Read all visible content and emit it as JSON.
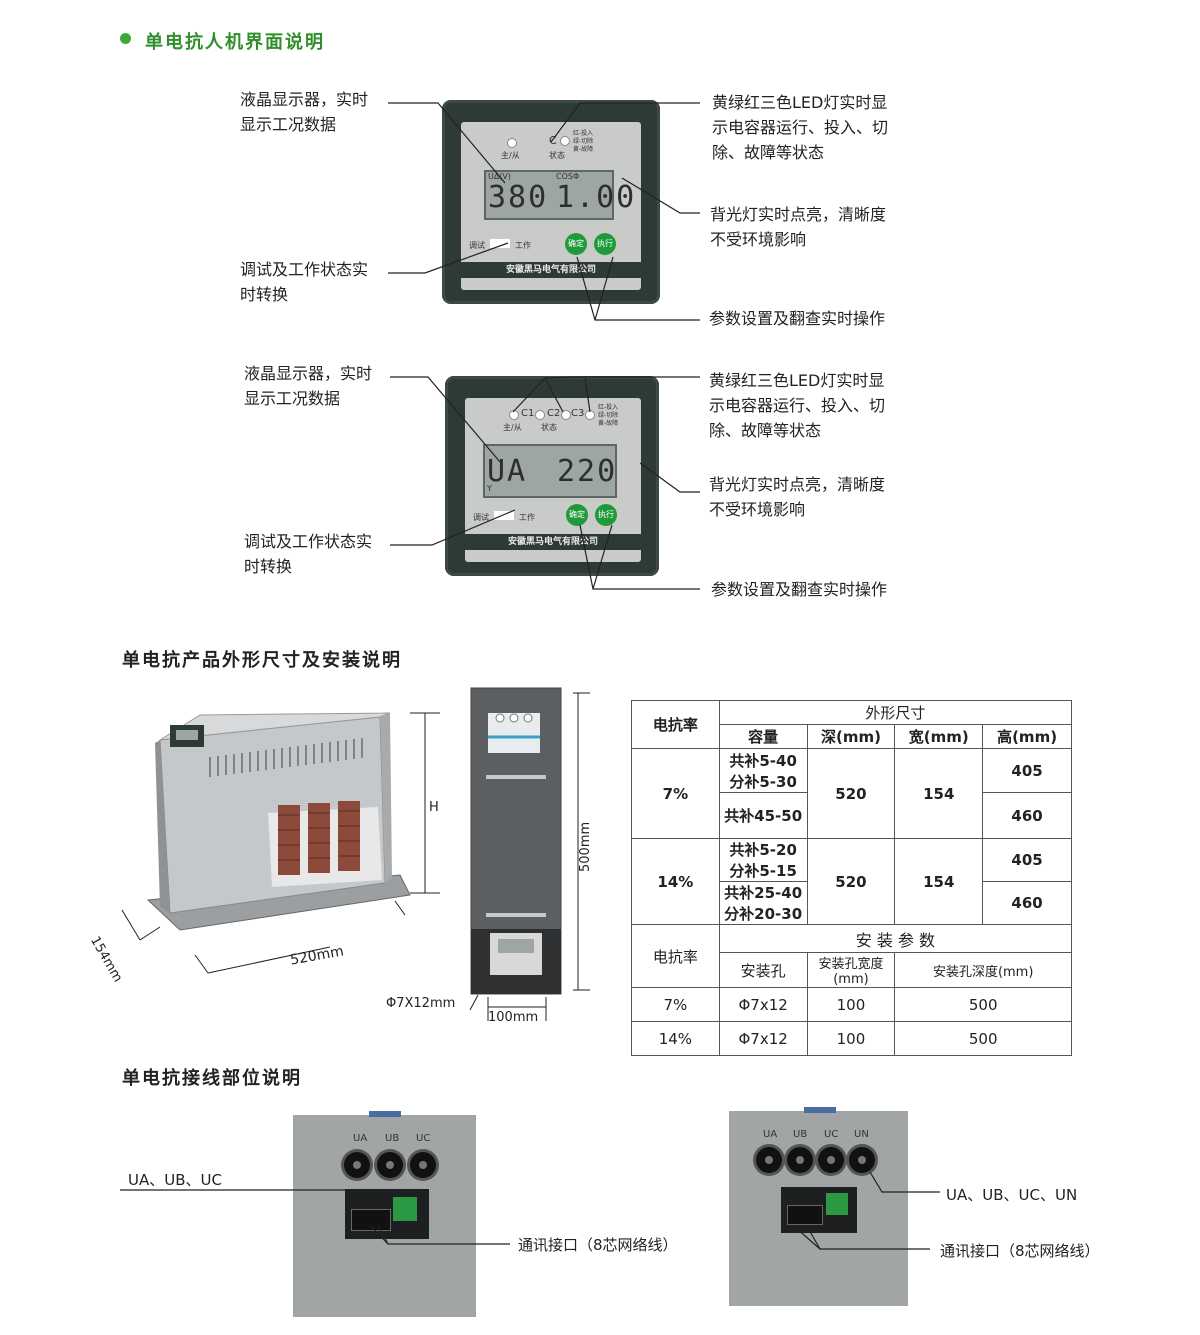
{
  "section1": {
    "title": "单电抗人机界面说明"
  },
  "panel1": {
    "led_left_label": "主/从",
    "led_c": "C",
    "status_label": "状态",
    "legend": [
      "红-投入",
      "绿-切除",
      "黄-故障"
    ],
    "lcd_label_left": "U∆(V)",
    "lcd_label_right": "COSΦ",
    "value_left": "380",
    "value_right": "1.00",
    "switch_left": "调试",
    "switch_right": "工作",
    "btn_ok": "确定",
    "btn_exec": "执行",
    "brand": "安徽黑马电气有限公司"
  },
  "panel2": {
    "led_left_label": "主/从",
    "leds": [
      "C1",
      "C2",
      "C3"
    ],
    "status_label": "状态",
    "legend": [
      "红-投入",
      "绿-切除",
      "黄-故障"
    ],
    "value_left": "UA",
    "value_left_sub": "Y",
    "value_right": "220",
    "switch_left": "调试",
    "switch_right": "工作",
    "btn_ok": "确定",
    "btn_exec": "执行",
    "brand": "安徽黑马电气有限公司"
  },
  "notes1": {
    "lcd": [
      "液晶显示器，实时",
      "显示工况数据"
    ],
    "mode": [
      "调试及工作状态实",
      "时转换"
    ],
    "led": [
      "黄绿红三色LED灯实时显",
      "示电容器运行、投入、切",
      "除、故障等状态"
    ],
    "backlight": [
      "背光灯实时点亮，清晰度",
      "不受环境影响"
    ],
    "params": "参数设置及翻查实时操作"
  },
  "notes2": {
    "lcd": [
      "液晶显示器，实时",
      "显示工况数据"
    ],
    "mode": [
      "调试及工作状态实",
      "时转换"
    ],
    "led": [
      "黄绿红三色LED灯实时显",
      "示电容器运行、投入、切",
      "除、故障等状态"
    ],
    "backlight": [
      "背光灯实时点亮，清晰度",
      "不受环境影响"
    ],
    "params": "参数设置及翻查实时操作"
  },
  "section2": {
    "title": "单电抗产品外形尺寸及安装说明",
    "dim_h": "H",
    "dim_depth": "154mm",
    "dim_length": "520mm",
    "dim_500": "500mm",
    "dim_hole": "Φ7X12mm",
    "dim_100": "100mm"
  },
  "table": {
    "h_rate": "电抗率",
    "h_dim": "外形尺寸",
    "h_cap": "容量",
    "h_depth": "深(mm)",
    "h_width": "宽(mm)",
    "h_height": "高(mm)",
    "r7": {
      "rate": "7%",
      "cap1a": "共补5-40",
      "cap1b": "分补5-30",
      "cap2": "共补45-50",
      "depth": "520",
      "width": "154",
      "h1": "405",
      "h2": "460"
    },
    "r14": {
      "rate": "14%",
      "cap1a": "共补5-20",
      "cap1b": "分补5-15",
      "cap2a": "共补25-40",
      "cap2b": "分补20-30",
      "depth": "520",
      "width": "154",
      "h1": "405",
      "h2": "460"
    },
    "h_install": "安 装 参 数",
    "h_rate2": "电抗率",
    "h_hole": "安装孔",
    "h_hole_w": "安装孔宽度(mm)",
    "h_hole_d": "安装孔深度(mm)",
    "install": [
      {
        "rate": "7%",
        "hole": "Φ7x12",
        "w": "100",
        "d": "500"
      },
      {
        "rate": "14%",
        "hole": "Φ7x12",
        "w": "100",
        "d": "500"
      }
    ]
  },
  "section3": {
    "title": "单电抗接线部位说明",
    "left_terms": [
      "UA",
      "UB",
      "UC"
    ],
    "right_terms": [
      "UA",
      "UB",
      "UC",
      "UN"
    ],
    "left_label": "UA、UB、UC",
    "right_label": "UA、UB、UC、UN",
    "comm_label": "通讯接口（8芯网络线）"
  }
}
